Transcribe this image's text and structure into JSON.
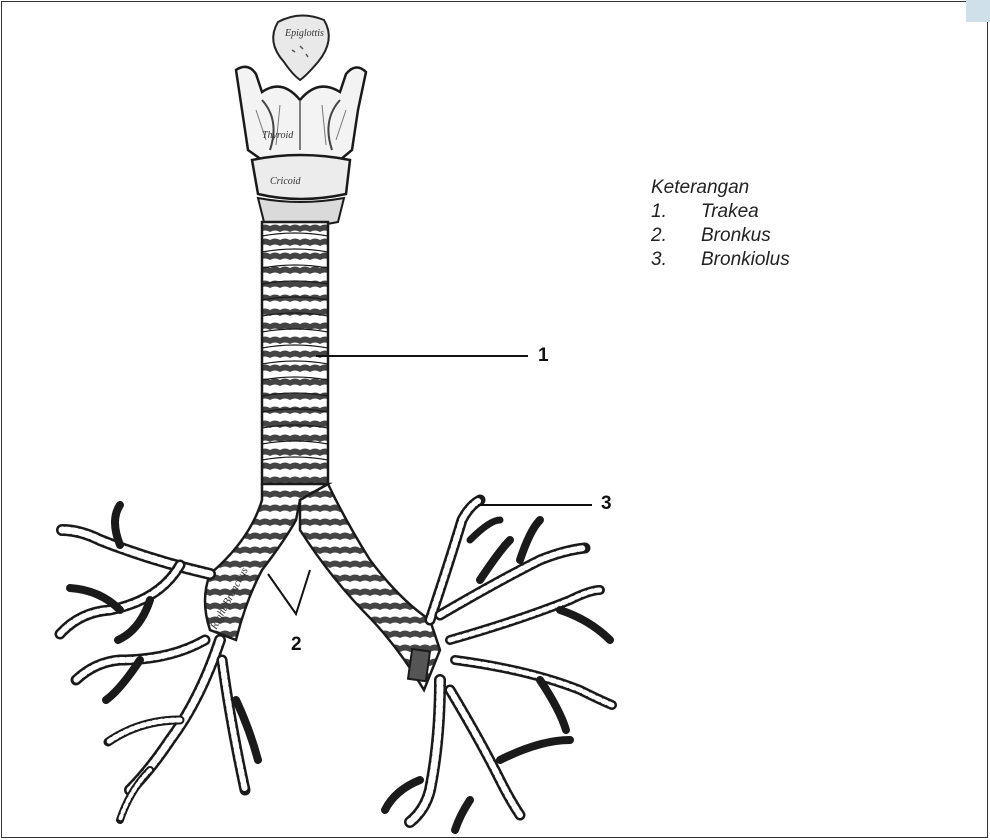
{
  "legend": {
    "title": "Keterangan",
    "items": [
      {
        "num": "1.",
        "label": "Trakea"
      },
      {
        "num": "2.",
        "label": "Bronkus"
      },
      {
        "num": "3.",
        "label": "Bronkiolus"
      }
    ]
  },
  "callouts": {
    "one": "1",
    "two": "2",
    "three": "3"
  },
  "drawing_labels": {
    "epiglottis": "Epiglottis",
    "thyroid": "Thyroid",
    "cricoid": "Cricoid",
    "right_bronchus": "Right Bronchus"
  },
  "colors": {
    "ink": "#1a1a1a",
    "shade": "#6b6b6b",
    "accent_tab": "#cfe0ea"
  }
}
